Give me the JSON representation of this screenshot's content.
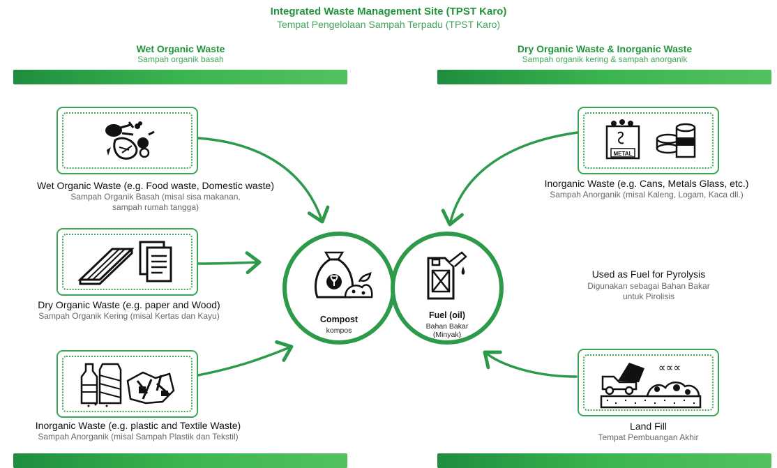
{
  "header": {
    "title": "Integrated Waste Management Site (TPST Karo)",
    "subtitle": "Tempat Pengelolaan Sampah Terpadu (TPST Karo)"
  },
  "sections": {
    "left": {
      "title": "Wet Organic Waste",
      "subtitle": "Sampah organik basah"
    },
    "right": {
      "title": "Dry Organic Waste & Inorganic Waste",
      "subtitle": "Sampah organik kering & sampah anorganik"
    }
  },
  "cards": {
    "wet": {
      "label": "Wet Organic Waste (e.g. Food waste, Domestic waste)",
      "sublabel_1": "Sampah Organik Basah (misal sisa makanan,",
      "sublabel_2": "sampah rumah tangga)",
      "icon": "food-waste-icon"
    },
    "dry": {
      "label": "Dry Organic Waste (e.g. paper and Wood)",
      "sublabel": "Sampah Organik Kering (misal Kertas dan Kayu)",
      "icon": "paper-wood-icon"
    },
    "inorganic_left": {
      "label": "Inorganic Waste (e.g. plastic and Textile Waste)",
      "sublabel": "Sampah Anorganik (misal Sampah Plastik dan Tekstil)",
      "icon": "plastic-textile-icon"
    },
    "inorganic_right": {
      "label": "Inorganic Waste (e.g. Cans, Metals Glass, etc.)",
      "sublabel": "Sampah Anorganik (misal Kaleng, Logam, Kaca dll.)",
      "icon": "metal-cans-icon",
      "metal_text": "METAL"
    },
    "landfill": {
      "label": "Land Fill",
      "sublabel": "Tempat Pembuangan Akhir",
      "icon": "landfill-truck-icon",
      "smell_marks": "∝∝∝"
    }
  },
  "center": {
    "compost": {
      "label": "Compost",
      "sublabel": "kompos",
      "icon": "compost-bag-icon"
    },
    "fuel": {
      "label": "Fuel (oil)",
      "sublabel_1": "Bahan Bakar",
      "sublabel_2": "(Minyak)",
      "icon": "fuel-jerrycan-icon"
    }
  },
  "pyrolysis": {
    "label": "Used as Fuel for Pyrolysis",
    "sublabel_1": "Digunakan sebagai Bahan Bakar",
    "sublabel_2": "untuk Pirolisis"
  },
  "colors": {
    "accent": "#2d9a49",
    "accent_light": "#53c15f",
    "text_green": "#22943d"
  }
}
